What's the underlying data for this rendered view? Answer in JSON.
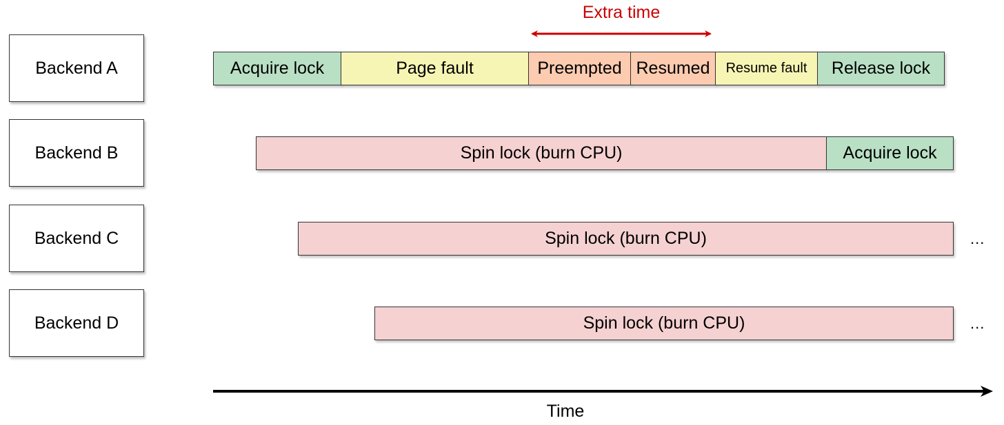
{
  "backends": [
    {
      "label": "Backend A"
    },
    {
      "label": "Backend B"
    },
    {
      "label": "Backend C"
    },
    {
      "label": "Backend D"
    }
  ],
  "rows": {
    "a": [
      {
        "label": "Acquire lock",
        "color": "#b9e0c5"
      },
      {
        "label": "Page fault",
        "color": "#f7f5b4"
      },
      {
        "label": "Preempted",
        "color": "#fccbb0"
      },
      {
        "label": "Resumed",
        "color": "#fccbb0"
      },
      {
        "label": "Resume fault",
        "color": "#f7f5b4"
      },
      {
        "label": "Release lock",
        "color": "#b9e0c5"
      }
    ],
    "b": [
      {
        "label": "Spin lock (burn CPU)",
        "color": "#f5d1d1"
      },
      {
        "label": "Acquire lock",
        "color": "#b9e0c5"
      }
    ],
    "c": [
      {
        "label": "Spin lock (burn CPU)",
        "color": "#f5d1d1"
      }
    ],
    "d": [
      {
        "label": "Spin lock (burn CPU)",
        "color": "#f5d1d1"
      }
    ]
  },
  "continuation_marker": "...",
  "extra_time": {
    "label": "Extra time",
    "color": "#cc0000"
  },
  "time_axis": {
    "label": "Time",
    "color": "#000000"
  }
}
